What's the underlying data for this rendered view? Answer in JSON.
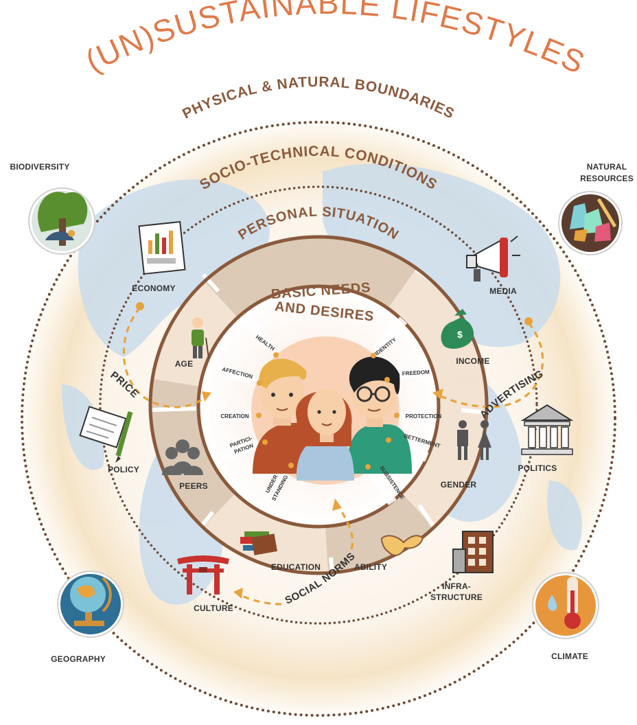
{
  "title": "(UN)SUSTAINABLE LIFESTYLES",
  "rings": {
    "physical": "PHYSICAL & NATURAL BOUNDARIES",
    "socio_technical": "SOCIO-TECHNICAL CONDITIONS",
    "personal": "PERSONAL SITUATION",
    "basic_line1": "BASIC NEEDS",
    "basic_line2": "AND DESIRES"
  },
  "natural_boundaries": {
    "biodiversity": "BIODIVERSITY",
    "natural_resources_1": "NATURAL",
    "natural_resources_2": "RESOURCES",
    "geography": "GEOGRAPHY",
    "climate": "CLIMATE"
  },
  "conditions": {
    "economy": "ECONOMY",
    "media": "MEDIA",
    "policy": "POLICY",
    "politics": "POLITICS",
    "culture": "CULTURE",
    "infrastructure_1": "INFRA-",
    "infrastructure_2": "STRUCTURE"
  },
  "flows": {
    "price": "PRICE",
    "advertising": "ADVERTISING",
    "social_norms": "SOCIAL NORMS"
  },
  "personal_factors": {
    "age": "AGE",
    "income": "INCOME",
    "peers": "PEERS",
    "gender": "GENDER",
    "education": "EDUCATION",
    "ability": "ABILITY"
  },
  "needs": {
    "health": "HEALTH",
    "affection": "AFFECTION",
    "creation": "CREATION",
    "participation_1": "PARTICI-",
    "participation_2": "PATION",
    "understanding_1": "UNDER",
    "understanding_2": "STANDING",
    "identity": "IDENTITY",
    "freedom": "FREEDOM",
    "protection": "PROTECTION",
    "betterment": "BETTERMENT",
    "subsistence": "SUBSISTENCE"
  },
  "colors": {
    "title": "#e07a4a",
    "ring_brown": "#8a5a3c",
    "sector_light": "#f3e3d3",
    "sector_tan": "#dccab6",
    "accent_orange": "#e8a33c",
    "globe_blue": "#cfe0ec",
    "dots": "#6b4a36"
  },
  "icons": [
    "tree-bird-icon",
    "gems-shovel-icon",
    "globe-icon",
    "thermometer-icon",
    "chart-icon",
    "megaphone-icon",
    "pen-paper-icon",
    "building-columns-icon",
    "torii-gate-icon",
    "building-icon",
    "elder-icon",
    "money-bag-icon",
    "people-group-icon",
    "gender-icon",
    "books-icon",
    "strong-arm-icon",
    "three-people-icon"
  ]
}
